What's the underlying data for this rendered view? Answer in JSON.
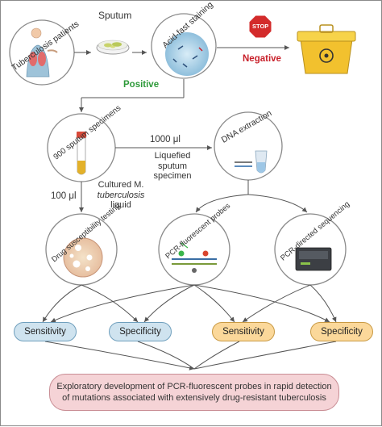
{
  "nodes": {
    "patients": "Tuberculosis patients",
    "sputum": "Sputum",
    "staining": "Acid-fast staining",
    "stop": "STOP",
    "negative": "Negative",
    "positive": "Positive",
    "specimens": "900 sputum specimens",
    "volume_1000": "1000 μl",
    "liquefied_line1": "Liquefied",
    "liquefied_line2": "sputum",
    "liquefied_line3": "specimen",
    "dna_extraction": "DNA extraction",
    "volume_100": "100 μl",
    "cultured_line1": "Cultured M.",
    "cultured_line2": "tuberculosis",
    "cultured_line3": "liquid",
    "drug_testing": "Drug susceptibility testing",
    "pcr_probes": "PCR-fluorescent probes",
    "pcr_sequencing": "PCR-directed sequencing"
  },
  "metrics": [
    {
      "label": "Sensitivity",
      "style": "blue"
    },
    {
      "label": "Specificity",
      "style": "blue"
    },
    {
      "label": "Sensitivity",
      "style": "orange"
    },
    {
      "label": "Specificity",
      "style": "orange"
    }
  ],
  "conclusion": {
    "line1": "Exploratory development of PCR-fluorescent probes in rapid detection",
    "line2": "of mutations associated with extensively drug-resistant tuberculosis"
  },
  "colors": {
    "positive": "#2e9a3a",
    "negative": "#c8202a",
    "blue_pill": "#cfe3ef",
    "orange_pill": "#fbd89a",
    "conclusion_bg": "#f5d3d6"
  }
}
